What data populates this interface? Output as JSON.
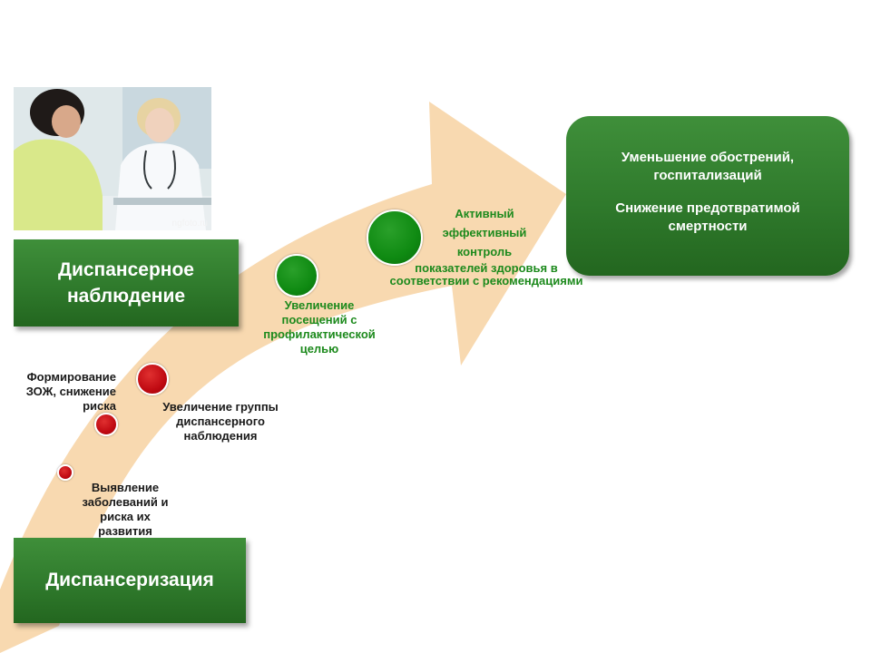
{
  "boxes": {
    "dispanserization": "Диспансеризация",
    "observation": [
      "Диспансерное",
      "наблюдение"
    ],
    "result": {
      "line1": [
        "Уменьшение обострений,",
        "госпитализаций"
      ],
      "line2": [
        "Снижение предотвратимой",
        "смертности"
      ]
    }
  },
  "steps": {
    "detection": [
      "Выявление",
      "заболеваний и",
      "риска их",
      "развития"
    ],
    "healthy_lifestyle": [
      "Формирование",
      "ЗОЖ, снижение",
      "риска"
    ],
    "group_increase": [
      "Увеличение группы",
      "диспансерного",
      "наблюдения"
    ],
    "visits_increase": [
      "Увеличение",
      "посещений с",
      "профилактической",
      "целью"
    ],
    "active_control": [
      "Активный",
      "эффективный",
      "контроль"
    ],
    "indicators": [
      "показателей здоровья в",
      "соответствии с рекомендациями"
    ]
  },
  "photo_watermark": "ngfoto.ru",
  "colors": {
    "arrow": "#f8d9b0",
    "box_green": "#2f7a2c",
    "dot_red": "#c00a12",
    "dot_green": "#0f8a12",
    "label_green": "#1d8a1d"
  }
}
